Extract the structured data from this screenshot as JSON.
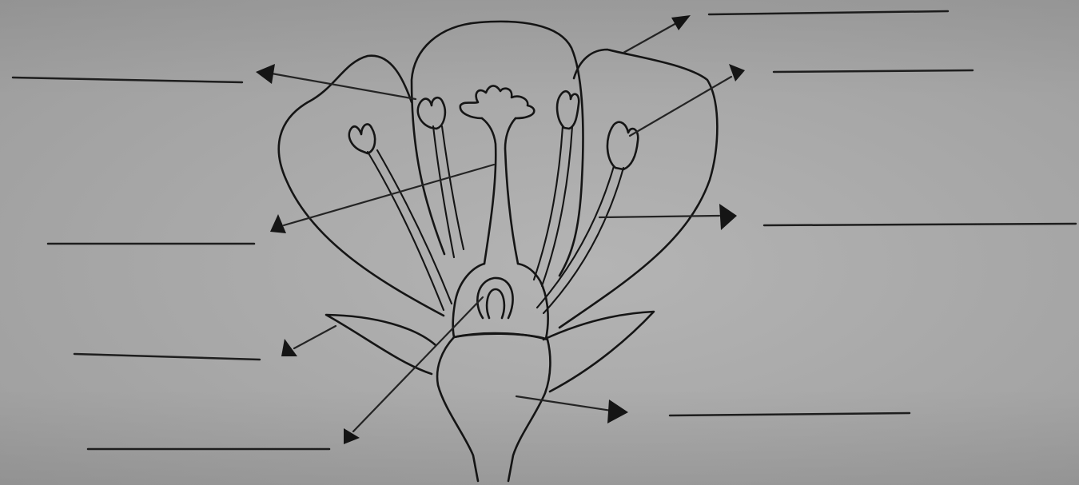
{
  "diagram": {
    "subject": "flower",
    "ink_color": "#151515",
    "paper_color": "#a9a9a9",
    "label_blanks": [
      {
        "id": "blank-top-right-1",
        "text": ""
      },
      {
        "id": "blank-top-right-2",
        "text": ""
      },
      {
        "id": "blank-upper-left",
        "text": ""
      },
      {
        "id": "blank-middle-left",
        "text": ""
      },
      {
        "id": "blank-middle-right",
        "text": ""
      },
      {
        "id": "blank-lower-left",
        "text": ""
      },
      {
        "id": "blank-bottom-left",
        "text": ""
      },
      {
        "id": "blank-bottom-right",
        "text": ""
      }
    ]
  }
}
